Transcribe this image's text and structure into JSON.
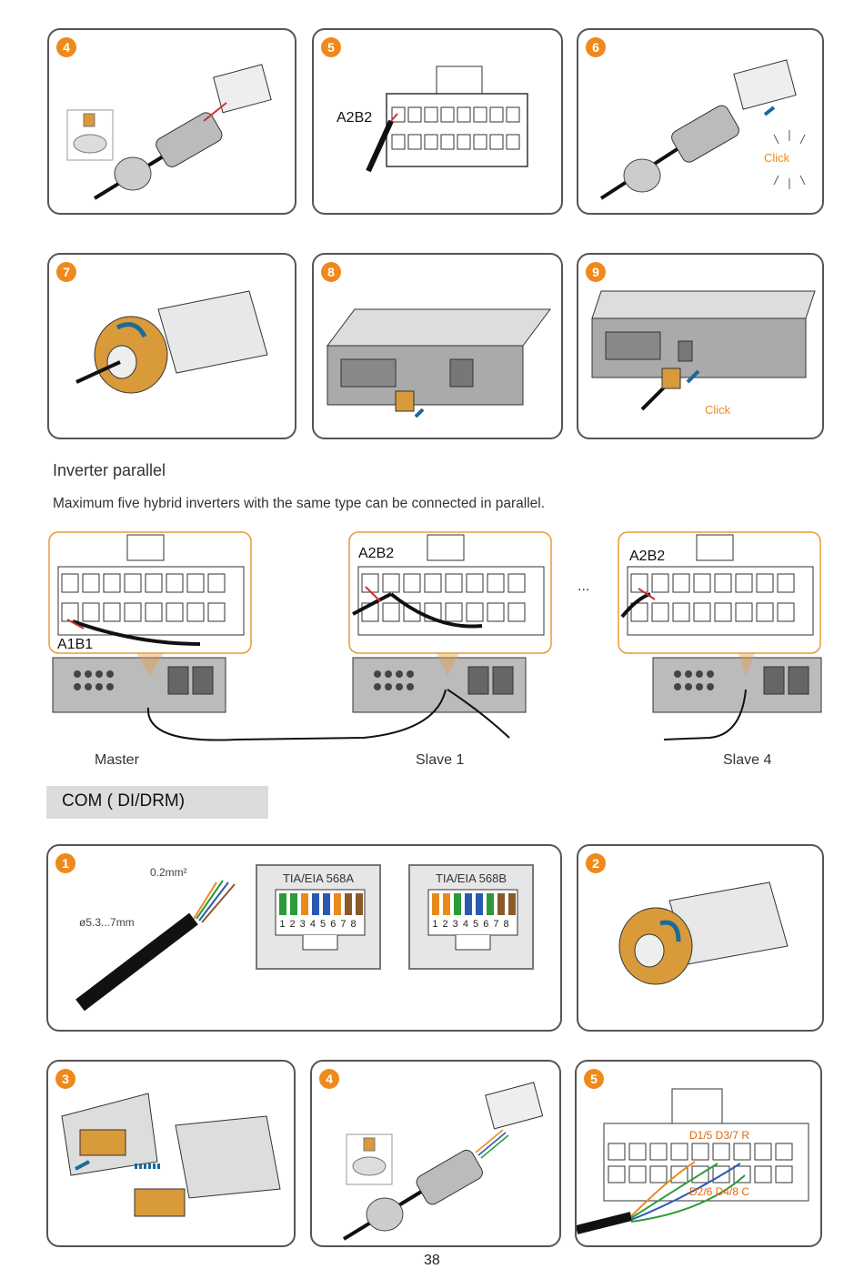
{
  "steps_top": {
    "s4": {
      "num": "4"
    },
    "s5": {
      "num": "5",
      "label": "A2B2"
    },
    "s6": {
      "num": "6",
      "click": "Click"
    },
    "s7": {
      "num": "7"
    },
    "s8": {
      "num": "8"
    },
    "s9": {
      "num": "9",
      "click": "Click"
    }
  },
  "parallel": {
    "heading": "Inverter parallel",
    "description": "Maximum five hybrid inverters with the same type can be connected in parallel.",
    "master_label": "Master",
    "slave1_label": "Slave 1",
    "slave4_label": "Slave 4",
    "master_port_label": "A1B1",
    "slave1_port_label": "A2B2",
    "slave4_port_label": "A2B2",
    "ellipsis": "..."
  },
  "com": {
    "title": "COM ( DI/DRM)",
    "s1": {
      "num": "1",
      "wire_size": "0.2mm²",
      "cable_dia": "ø5.3...7mm",
      "std_a": "TIA/EIA 568A",
      "std_b": "TIA/EIA 568B",
      "pins": "1 2 3 4 5 6 7 8"
    },
    "s2": {
      "num": "2"
    },
    "s3": {
      "num": "3"
    },
    "s4": {
      "num": "4"
    },
    "s5": {
      "num": "5",
      "label_top": "D1/5 D3/7 R",
      "label_bottom": "D2/6 D4/8 C"
    }
  },
  "page_number": "38",
  "colors": {
    "accent": "#ee8a1c",
    "connector_orange": "#d99a3a",
    "outline": "#555555"
  }
}
